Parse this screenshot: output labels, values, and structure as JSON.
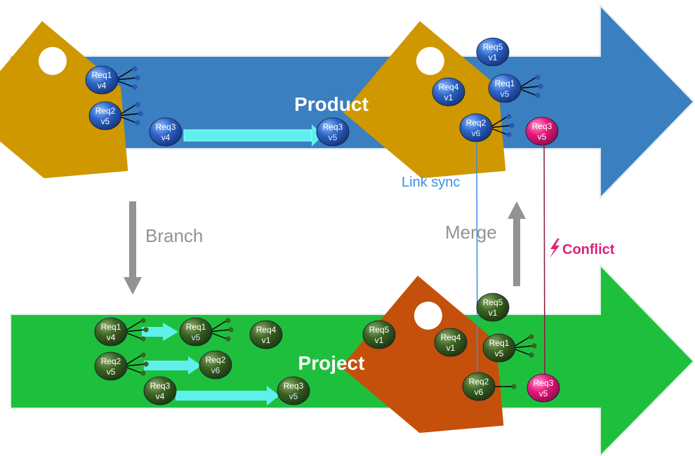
{
  "streams": {
    "product_label": "Product",
    "project_label": "Project"
  },
  "labels": {
    "branch": "Branch",
    "merge": "Merge",
    "link_sync": "Link sync",
    "conflict": "Conflict",
    "conflict_icon": "lightning-bolt-icon"
  },
  "nodes": {
    "prod_tag_req1": {
      "name": "Req1",
      "ver": "v4"
    },
    "prod_tag_req2": {
      "name": "Req2",
      "ver": "v5"
    },
    "prod_tag_req3": {
      "name": "Req3",
      "ver": "v4"
    },
    "prod_req3_v5": {
      "name": "Req3",
      "ver": "v5"
    },
    "prod2_req5": {
      "name": "Req5",
      "ver": "v1"
    },
    "prod2_req4": {
      "name": "Req4",
      "ver": "v1"
    },
    "prod2_req1": {
      "name": "Req1",
      "ver": "v5"
    },
    "prod2_req2": {
      "name": "Req2",
      "ver": "v6"
    },
    "prod2_req3": {
      "name": "Req3",
      "ver": "v5"
    },
    "proj_req1_v4": {
      "name": "Req1",
      "ver": "v4"
    },
    "proj_req1_v5": {
      "name": "Req1",
      "ver": "v5"
    },
    "proj_req2_v5": {
      "name": "Req2",
      "ver": "v5"
    },
    "proj_req2_v6": {
      "name": "Req2",
      "ver": "v6"
    },
    "proj_req3_v4": {
      "name": "Req3",
      "ver": "v4"
    },
    "proj_req3_v5": {
      "name": "Req3",
      "ver": "v5"
    },
    "proj_req4_v1": {
      "name": "Req4",
      "ver": "v1"
    },
    "proj_req5_v1": {
      "name": "Req5",
      "ver": "v1"
    },
    "tag2_req5": {
      "name": "Req5",
      "ver": "v1"
    },
    "tag2_req4": {
      "name": "Req4",
      "ver": "v1"
    },
    "tag2_req1": {
      "name": "Req1",
      "ver": "v5"
    },
    "tag2_req2": {
      "name": "Req2",
      "ver": "v6"
    },
    "tag2_req3": {
      "name": "Req3",
      "ver": "v5"
    }
  },
  "colors": {
    "product_stream": "#3a7fc0",
    "project_stream": "#1fbf3e",
    "product_tag": "#cf9800",
    "project_tag": "#c4500b",
    "blue_node": "#2f64c8",
    "green_node": "#3c6322",
    "pink_node": "#e8197f",
    "cyan_arrow": "#5ff0ee",
    "grey_arrow": "#939393",
    "link_sync": "#3a8ee8",
    "conflict": "#e0207a"
  }
}
